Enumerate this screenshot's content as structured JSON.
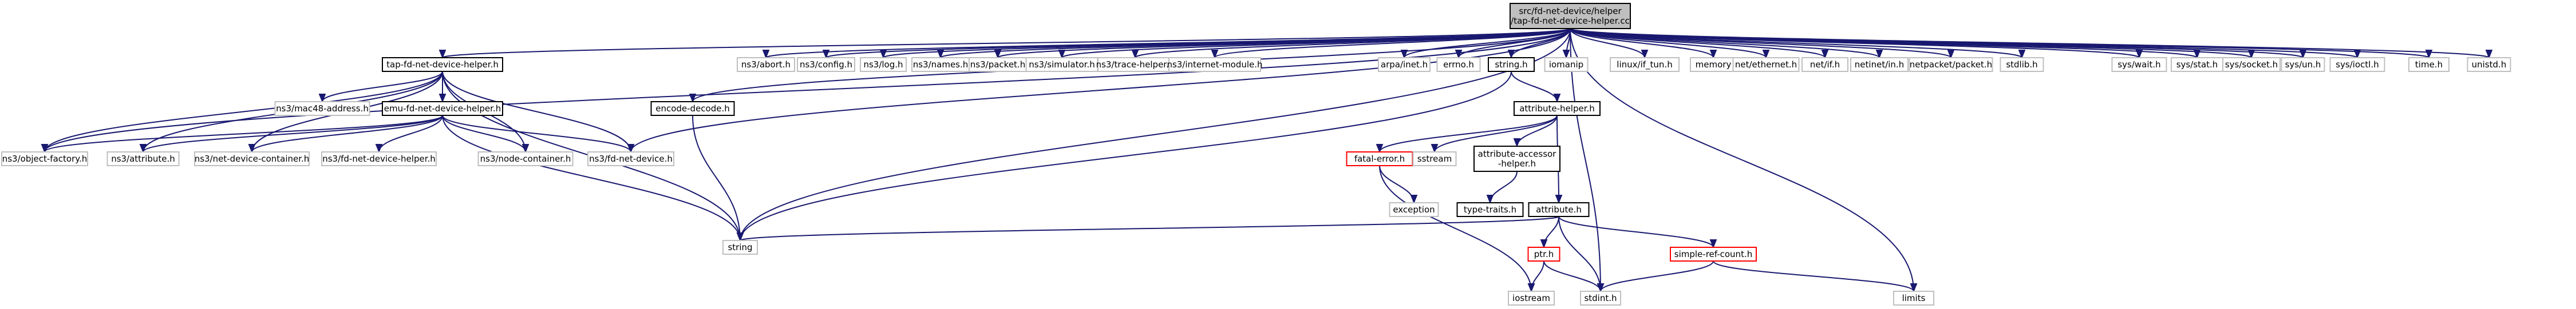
{
  "colors": {
    "edge": "#191970",
    "root_fill": "#bfbfbf",
    "root_border": "#000000",
    "box_border": "#000000",
    "box_fill": "#ffffff",
    "leaf_border": "#bfbfbf",
    "red_border": "#ff0000",
    "text": "#000000"
  },
  "nodes": [
    {
      "id": "root",
      "lines": [
        "src/fd-net-device/helper",
        "/tap-fd-net-device-helper.cc"
      ],
      "style": "root"
    },
    {
      "id": "tap_h",
      "lines": [
        "tap-fd-net-device-helper.h"
      ],
      "style": "box"
    },
    {
      "id": "emu_h",
      "lines": [
        "emu-fd-net-device-helper.h"
      ],
      "style": "box"
    },
    {
      "id": "encode",
      "lines": [
        "encode-decode.h"
      ],
      "style": "box"
    },
    {
      "id": "string_h",
      "lines": [
        "string.h"
      ],
      "style": "box"
    },
    {
      "id": "attr_helper",
      "lines": [
        "attribute-helper.h"
      ],
      "style": "box"
    },
    {
      "id": "fatal",
      "lines": [
        "fatal-error.h"
      ],
      "style": "red"
    },
    {
      "id": "accessor",
      "lines": [
        "attribute-accessor",
        "-helper.h"
      ],
      "style": "box"
    },
    {
      "id": "type_traits",
      "lines": [
        "type-traits.h"
      ],
      "style": "box"
    },
    {
      "id": "attribute_h",
      "lines": [
        "attribute.h"
      ],
      "style": "box"
    },
    {
      "id": "ptr",
      "lines": [
        "ptr.h"
      ],
      "style": "red"
    },
    {
      "id": "srefcount",
      "lines": [
        "simple-ref-count.h"
      ],
      "style": "red"
    },
    {
      "id": "abort",
      "lines": [
        "ns3/abort.h"
      ],
      "style": "leaf"
    },
    {
      "id": "config",
      "lines": [
        "ns3/config.h"
      ],
      "style": "leaf"
    },
    {
      "id": "log",
      "lines": [
        "ns3/log.h"
      ],
      "style": "leaf"
    },
    {
      "id": "names",
      "lines": [
        "ns3/names.h"
      ],
      "style": "leaf"
    },
    {
      "id": "packet",
      "lines": [
        "ns3/packet.h"
      ],
      "style": "leaf"
    },
    {
      "id": "simulator",
      "lines": [
        "ns3/simulator.h"
      ],
      "style": "leaf"
    },
    {
      "id": "trace",
      "lines": [
        "ns3/trace-helper.h"
      ],
      "style": "leaf"
    },
    {
      "id": "inet_mod",
      "lines": [
        "ns3/internet-module.h"
      ],
      "style": "leaf"
    },
    {
      "id": "arpa",
      "lines": [
        "arpa/inet.h"
      ],
      "style": "leaf"
    },
    {
      "id": "errno",
      "lines": [
        "errno.h"
      ],
      "style": "leaf"
    },
    {
      "id": "iomanip",
      "lines": [
        "iomanip"
      ],
      "style": "leaf"
    },
    {
      "id": "iftun",
      "lines": [
        "linux/if_tun.h"
      ],
      "style": "leaf"
    },
    {
      "id": "memory",
      "lines": [
        "memory"
      ],
      "style": "leaf"
    },
    {
      "id": "neteth",
      "lines": [
        "net/ethernet.h"
      ],
      "style": "leaf"
    },
    {
      "id": "netif",
      "lines": [
        "net/if.h"
      ],
      "style": "leaf"
    },
    {
      "id": "netinet",
      "lines": [
        "netinet/in.h"
      ],
      "style": "leaf"
    },
    {
      "id": "netpacket",
      "lines": [
        "netpacket/packet.h"
      ],
      "style": "leaf"
    },
    {
      "id": "stdlib",
      "lines": [
        "stdlib.h"
      ],
      "style": "leaf"
    },
    {
      "id": "syswait",
      "lines": [
        "sys/wait.h"
      ],
      "style": "leaf"
    },
    {
      "id": "sysstat",
      "lines": [
        "sys/stat.h"
      ],
      "style": "leaf"
    },
    {
      "id": "syssock",
      "lines": [
        "sys/socket.h"
      ],
      "style": "leaf"
    },
    {
      "id": "sysun",
      "lines": [
        "sys/un.h"
      ],
      "style": "leaf"
    },
    {
      "id": "sysioctl",
      "lines": [
        "sys/ioctl.h"
      ],
      "style": "leaf"
    },
    {
      "id": "time",
      "lines": [
        "time.h"
      ],
      "style": "leaf"
    },
    {
      "id": "unistd",
      "lines": [
        "unistd.h"
      ],
      "style": "leaf"
    },
    {
      "id": "mac48",
      "lines": [
        "ns3/mac48-address.h"
      ],
      "style": "leaf"
    },
    {
      "id": "objfactory",
      "lines": [
        "ns3/object-factory.h"
      ],
      "style": "leaf"
    },
    {
      "id": "attr_ns3",
      "lines": [
        "ns3/attribute.h"
      ],
      "style": "leaf"
    },
    {
      "id": "ndcont",
      "lines": [
        "ns3/net-device-container.h"
      ],
      "style": "leaf"
    },
    {
      "id": "fdhelper",
      "lines": [
        "ns3/fd-net-device-helper.h"
      ],
      "style": "leaf"
    },
    {
      "id": "nodecont",
      "lines": [
        "ns3/node-container.h"
      ],
      "style": "leaf"
    },
    {
      "id": "fddev",
      "lines": [
        "ns3/fd-net-device.h"
      ],
      "style": "leaf"
    },
    {
      "id": "string",
      "lines": [
        "string"
      ],
      "style": "leaf"
    },
    {
      "id": "sstream",
      "lines": [
        "sstream"
      ],
      "style": "leaf"
    },
    {
      "id": "exception",
      "lines": [
        "exception"
      ],
      "style": "leaf"
    },
    {
      "id": "iostream",
      "lines": [
        "iostream"
      ],
      "style": "leaf"
    },
    {
      "id": "stdint",
      "lines": [
        "stdint.h"
      ],
      "style": "leaf"
    },
    {
      "id": "limits",
      "lines": [
        "limits"
      ],
      "style": "leaf"
    }
  ],
  "edges": [
    [
      "root",
      "tap_h"
    ],
    [
      "root",
      "encode"
    ],
    [
      "root",
      "abort"
    ],
    [
      "root",
      "config"
    ],
    [
      "root",
      "log"
    ],
    [
      "root",
      "names"
    ],
    [
      "root",
      "packet"
    ],
    [
      "root",
      "simulator"
    ],
    [
      "root",
      "trace"
    ],
    [
      "root",
      "inet_mod"
    ],
    [
      "root",
      "arpa"
    ],
    [
      "root",
      "errno"
    ],
    [
      "root",
      "string_h"
    ],
    [
      "root",
      "iomanip"
    ],
    [
      "root",
      "iftun"
    ],
    [
      "root",
      "memory"
    ],
    [
      "root",
      "neteth"
    ],
    [
      "root",
      "netif"
    ],
    [
      "root",
      "netinet"
    ],
    [
      "root",
      "netpacket"
    ],
    [
      "root",
      "stdlib"
    ],
    [
      "root",
      "syswait"
    ],
    [
      "root",
      "sysstat"
    ],
    [
      "root",
      "syssock"
    ],
    [
      "root",
      "sysun"
    ],
    [
      "root",
      "sysioctl"
    ],
    [
      "root",
      "time"
    ],
    [
      "root",
      "unistd"
    ],
    [
      "root",
      "objfactory"
    ],
    [
      "root",
      "fddev"
    ],
    [
      "root",
      "string"
    ],
    [
      "root",
      "stdint"
    ],
    [
      "root",
      "limits"
    ],
    [
      "tap_h",
      "mac48"
    ],
    [
      "tap_h",
      "emu_h"
    ],
    [
      "tap_h",
      "objfactory"
    ],
    [
      "tap_h",
      "attr_ns3"
    ],
    [
      "tap_h",
      "ndcont"
    ],
    [
      "tap_h",
      "nodecont"
    ],
    [
      "tap_h",
      "fddev"
    ],
    [
      "tap_h",
      "string"
    ],
    [
      "emu_h",
      "objfactory"
    ],
    [
      "emu_h",
      "attr_ns3"
    ],
    [
      "emu_h",
      "ndcont"
    ],
    [
      "emu_h",
      "fdhelper"
    ],
    [
      "emu_h",
      "nodecont"
    ],
    [
      "emu_h",
      "fddev"
    ],
    [
      "emu_h",
      "string"
    ],
    [
      "encode",
      "string"
    ],
    [
      "string_h",
      "string"
    ],
    [
      "string_h",
      "attr_helper"
    ],
    [
      "attr_helper",
      "fatal"
    ],
    [
      "attr_helper",
      "sstream"
    ],
    [
      "attr_helper",
      "accessor"
    ],
    [
      "attr_helper",
      "attribute_h"
    ],
    [
      "fatal",
      "exception"
    ],
    [
      "fatal",
      "iostream"
    ],
    [
      "accessor",
      "type_traits"
    ],
    [
      "attribute_h",
      "string"
    ],
    [
      "attribute_h",
      "ptr"
    ],
    [
      "attribute_h",
      "srefcount"
    ],
    [
      "attribute_h",
      "stdint"
    ],
    [
      "ptr",
      "iostream"
    ],
    [
      "ptr",
      "stdint"
    ],
    [
      "srefcount",
      "stdint"
    ],
    [
      "srefcount",
      "limits"
    ]
  ]
}
